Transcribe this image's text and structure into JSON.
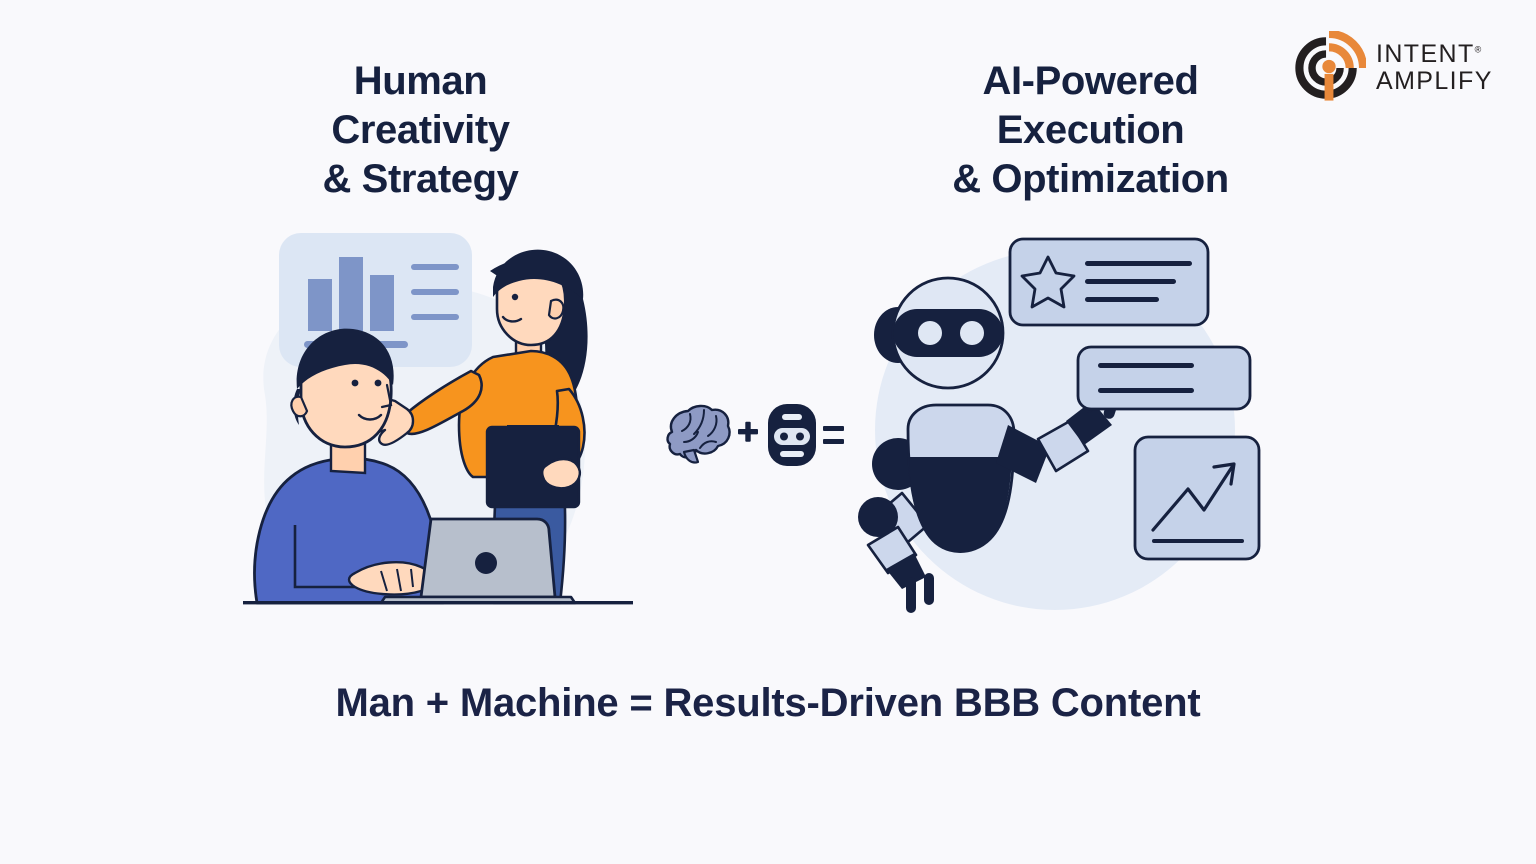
{
  "page": {
    "background_color": "#f9f9fc",
    "text_color": "#16213f"
  },
  "logo": {
    "name": "intent-amplify-logo",
    "line1": "INTENT",
    "line2": "AMPLIFY",
    "registered_mark": "®",
    "mark_icon": "signal-wave-i-icon",
    "dark_color": "#231f20",
    "accent_color": "#e8883a"
  },
  "headings": {
    "left": "Human\nCreativity\n& Strategy",
    "left_lines": [
      "Human",
      "Creativity",
      "& Strategy"
    ],
    "right": "AI-Powered\nExecution\n& Optimization",
    "right_lines": [
      "AI-Powered",
      "Execution",
      "& Optimization"
    ]
  },
  "caption": {
    "text": "Man + Machine = Results-Driven BBB Content"
  },
  "equation": {
    "brain_icon": "brain-icon",
    "plus_sign": "+",
    "robot_icon": "robot-head-icon",
    "equals_sign": "=",
    "brain_color": "#8e9ac4",
    "robot_color": "#16213f"
  },
  "illustration_left": {
    "name": "human-team-illustration",
    "alt": "Woman presenting a chart card to a man working on a laptop at a desk",
    "people": [
      {
        "name": "seated-man",
        "hair_color": "#16213f",
        "shirt_color": "#4f68c4",
        "skin_color": "#ffd9bd"
      },
      {
        "name": "standing-woman",
        "hair_color": "#16213f",
        "shirt_color": "#f7941e",
        "skirt_color": "#3a5aa0",
        "skin_color": "#ffd9bd"
      }
    ],
    "chart_card": {
      "name": "bar-chart-card",
      "background_color": "#dce6f4",
      "bar_color": "#7e95c8",
      "bars": [
        58,
        86,
        50
      ],
      "text_lines": 3
    },
    "laptop_color": "#b7bfcc",
    "desk_line_color": "#16213f",
    "blob_color": "#eef2f8"
  },
  "illustration_right": {
    "name": "ai-robot-illustration",
    "alt": "Robot gesturing toward three UI cards",
    "robot": {
      "name": "robot-figure",
      "light_color": "#ccd7ec",
      "dark_color": "#16213f",
      "body_light_color": "#c8d4ea",
      "eye_color": "#eef2f8"
    },
    "backdrop_circle_color": "#e4ebf6",
    "cards": [
      {
        "name": "rating-card",
        "icon": "star-icon",
        "lines": 3,
        "fill": "#c5d2e9",
        "stroke": "#16213f"
      },
      {
        "name": "text-card",
        "icon": null,
        "lines": 2,
        "fill": "#c5d2e9",
        "stroke": "#16213f"
      },
      {
        "name": "growth-chart-card",
        "icon": "trending-up-arrow-icon",
        "lines": 1,
        "fill": "#c5d2e9",
        "stroke": "#16213f"
      }
    ]
  }
}
